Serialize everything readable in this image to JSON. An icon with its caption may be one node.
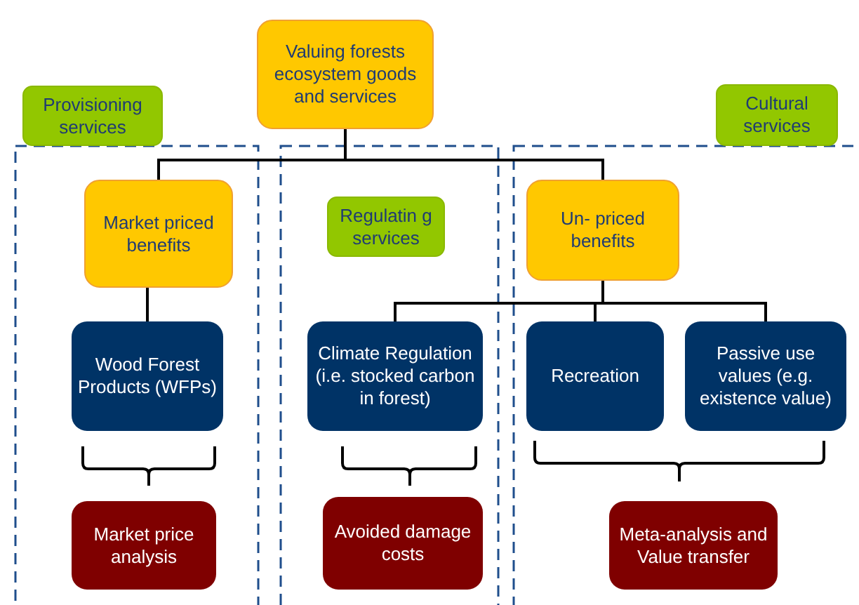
{
  "diagram": {
    "nodes": [
      {
        "text": [
          "Valuing forests ecosystem goods and services"
        ]
      },
      {
        "text": [
          "Provisioning services"
        ]
      },
      {
        "text": [
          "Cultural services"
        ]
      },
      {
        "text": [
          "Market priced benefits"
        ]
      },
      {
        "text": [
          "Regulatin g services"
        ]
      },
      {
        "text": [
          "Un- priced benefits"
        ]
      },
      {
        "text": [
          "Wood Forest Products (WFPs)"
        ]
      },
      {
        "text": [
          "Climate Regulation (i.e. stocked carbon in forest)"
        ]
      },
      {
        "text": [
          "Recreation"
        ]
      },
      {
        "text": [
          "Passive use values (e.g. existence value)"
        ]
      },
      {
        "text": [
          "Market price analysis"
        ]
      },
      {
        "text": [
          "Avoided damage costs"
        ]
      },
      {
        "text": [
          "Meta-analysis and Value transfer"
        ]
      }
    ],
    "edges": [
      {
        "from": 0,
        "to": 3,
        "arrow": "none"
      },
      {
        "from": 0,
        "to": 5,
        "arrow": "none"
      },
      {
        "from": 3,
        "to": 6,
        "arrow": "none"
      },
      {
        "from": 5,
        "to": 7,
        "arrow": "none"
      },
      {
        "from": 5,
        "to": 8,
        "arrow": "none"
      },
      {
        "from": 5,
        "to": 9,
        "arrow": "none"
      }
    ]
  }
}
